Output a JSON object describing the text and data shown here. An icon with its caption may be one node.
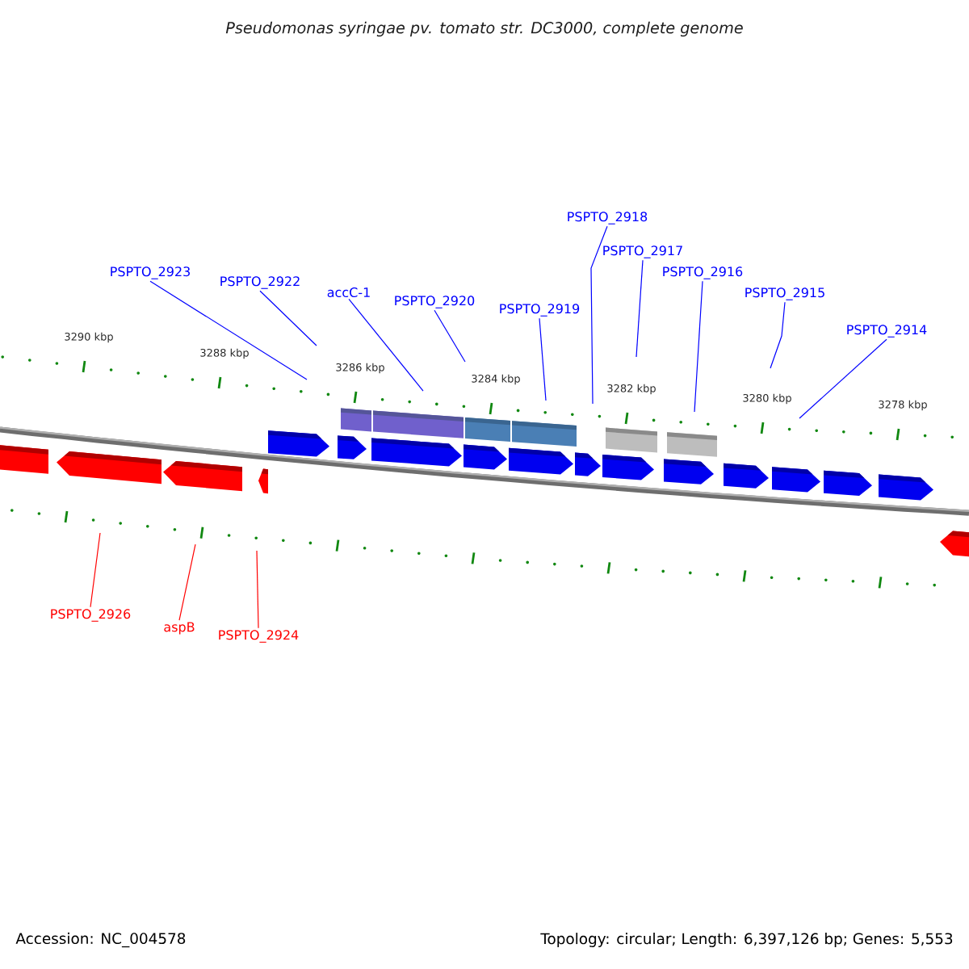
{
  "diagram": {
    "title": "Pseudomonas syringae pv. tomato str. DC3000, complete genome",
    "nodes": [
      {
        "text": [
          "PSPTO_2923"
        ]
      },
      {
        "text": [
          "PSPTO_2922"
        ]
      },
      {
        "text": [
          "accC-1"
        ]
      },
      {
        "text": [
          "PSPTO_2920"
        ]
      },
      {
        "text": [
          "PSPTO_2919"
        ]
      },
      {
        "text": [
          "PSPTO_2918"
        ]
      },
      {
        "text": [
          "PSPTO_2917"
        ]
      },
      {
        "text": [
          "PSPTO_2916"
        ]
      },
      {
        "text": [
          "PSPTO_2915"
        ]
      },
      {
        "text": [
          "PSPTO_2914"
        ]
      },
      {
        "text": [
          "PSPTO_2926"
        ]
      },
      {
        "text": [
          "aspB"
        ]
      },
      {
        "text": [
          "PSPTO_2924"
        ]
      }
    ],
    "edges": [
      {
        "from": 0,
        "to": null,
        "arrow": "none"
      },
      {
        "from": 1,
        "to": null,
        "arrow": "none"
      },
      {
        "from": 2,
        "to": null,
        "arrow": "none"
      },
      {
        "from": 3,
        "to": null,
        "arrow": "none"
      },
      {
        "from": 4,
        "to": null,
        "arrow": "none"
      },
      {
        "from": 5,
        "to": null,
        "arrow": "none"
      },
      {
        "from": 6,
        "to": null,
        "arrow": "none"
      },
      {
        "from": 7,
        "to": null,
        "arrow": "none"
      },
      {
        "from": 8,
        "to": null,
        "arrow": "none"
      },
      {
        "from": 9,
        "to": null,
        "arrow": "none"
      },
      {
        "from": 10,
        "to": null,
        "arrow": "none",
        "color": "#ff0000"
      },
      {
        "from": 11,
        "to": null,
        "arrow": "none",
        "color": "#ff0000"
      },
      {
        "from": 12,
        "to": null,
        "arrow": "none",
        "color": "#ff0000"
      }
    ],
    "labels": [
      "3290 kbp",
      "3288 kbp",
      "3286 kbp",
      "3284 kbp",
      "3282 kbp",
      "3280 kbp",
      "3278 kbp",
      "Accession: NC_004578",
      "Topology: circular; Length: 6,397,126 bp; Genes: 5,553"
    ]
  }
}
